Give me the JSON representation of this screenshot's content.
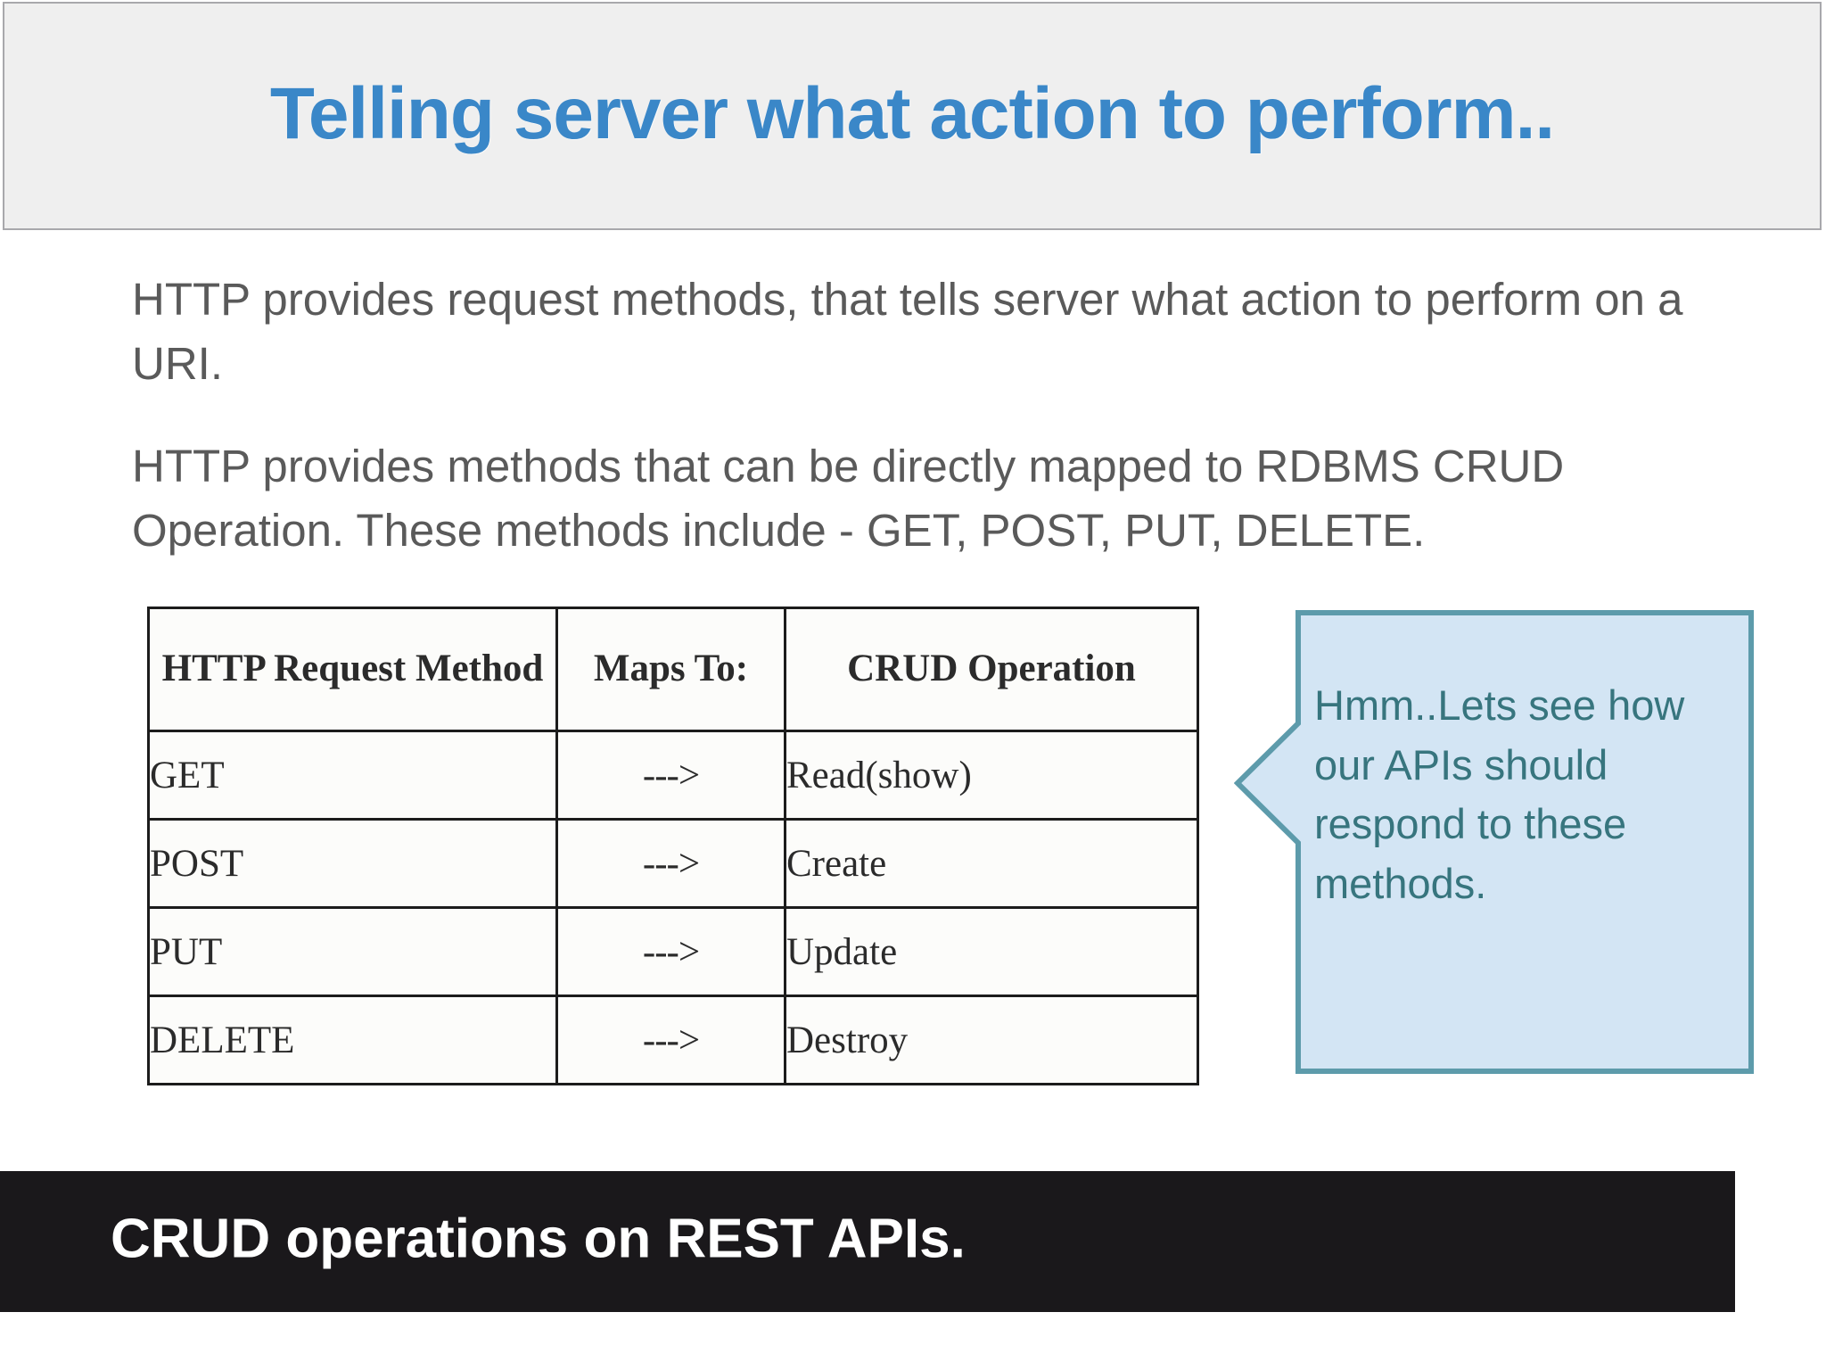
{
  "slide": {
    "title": "Telling server what action to perform..",
    "title_color": "#3a87c8",
    "header_bg": "#efefef"
  },
  "body": {
    "paragraph_1": "HTTP provides request methods, that tells server what action to perform on a URI.",
    "paragraph_2": "HTTP provides methods that can be directly mapped to RDBMS CRUD Operation. These methods  include - GET,  POST, PUT, DELETE."
  },
  "table": {
    "headers": [
      "HTTP Request Method",
      "Maps To:",
      "CRUD Operation"
    ],
    "rows": [
      {
        "method": "GET",
        "maps_to": "--->",
        "crud": "Read(show)"
      },
      {
        "method": "POST",
        "maps_to": "--->",
        "crud": "Create"
      },
      {
        "method": "PUT",
        "maps_to": "--->",
        "crud": "Update"
      },
      {
        "method": "DELETE",
        "maps_to": "--->",
        "crud": "Destroy"
      }
    ]
  },
  "callout": {
    "text": "Hmm..Lets see how our APIs should respond to these methods.",
    "fill_color": "#d3e5f4",
    "border_color": "#5d9bab",
    "text_color": "#37757e"
  },
  "footer": {
    "caption": "CRUD operations on REST APIs.",
    "bg_color": "#1a181b",
    "text_color": "#ffffff"
  }
}
